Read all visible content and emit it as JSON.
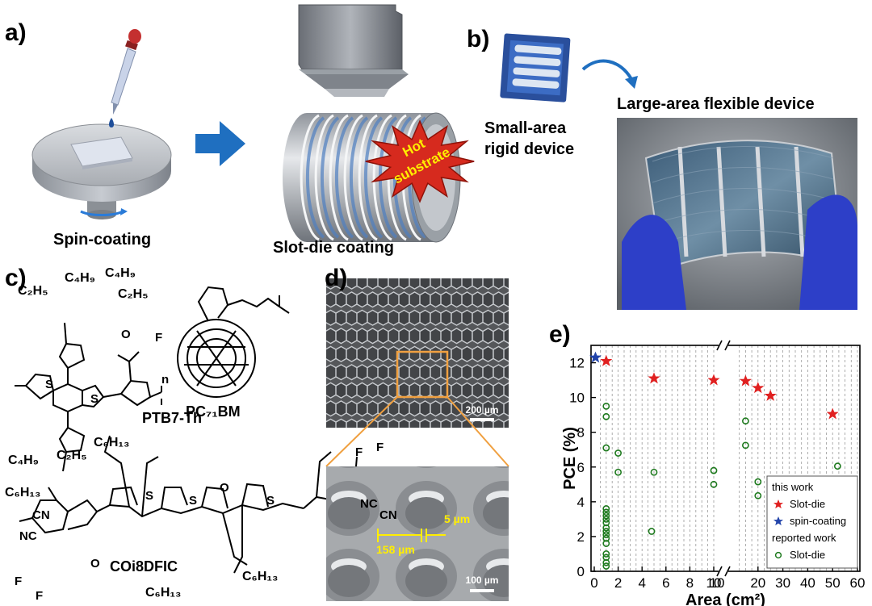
{
  "panels": {
    "a": {
      "letter": "a)",
      "spin_label": "Spin-coating",
      "slot_label": "Slot-die coating",
      "burst_line1": "Hot",
      "burst_line2": "substrate"
    },
    "b": {
      "letter": "b)",
      "small_line1": "Small-area",
      "small_line2": "rigid device",
      "large_label": "Large-area flexible device"
    },
    "c": {
      "letter": "c)",
      "ptb7": "PTB7-Th",
      "pcbm": "PC₇₁BM",
      "coi": "COi8DFIC",
      "sub_c2h5": "C₂H₅",
      "sub_c4h9": "C₄H₉",
      "sub_c6h13": "C₆H₁₃",
      "atom_s": "S",
      "atom_o": "O",
      "atom_f": "F",
      "atom_cn": "CN",
      "atom_nc": "NC",
      "atom_n": "n"
    },
    "d": {
      "letter": "d)",
      "scale_top": "200 µm",
      "scale_bottom": "100 µm",
      "dim_5": "5 µm",
      "dim_158": "158 µm"
    },
    "e": {
      "letter": "e)"
    }
  },
  "colors": {
    "star_red": "#e02020",
    "star_blue": "#2244aa",
    "circle_green": "#1e7a1e",
    "arrow_blue": "#1f6fc0",
    "orange": "#f0a040",
    "yellow": "#ffee00"
  },
  "chart_data": {
    "type": "scatter",
    "xlabel": "Area (cm²)",
    "ylabel": "PCE (%)",
    "ylim": [
      0,
      13
    ],
    "x_broken_axis": true,
    "x_segment_1": {
      "range": [
        0,
        10
      ],
      "ticks": [
        0,
        2,
        4,
        6,
        8,
        10
      ]
    },
    "x_segment_2": {
      "range": [
        10,
        60
      ],
      "ticks": [
        10,
        20,
        30,
        40,
        50,
        60
      ]
    },
    "y_ticks": [
      0,
      2,
      4,
      6,
      8,
      10,
      12
    ],
    "grid": "vertical dashed",
    "legend": {
      "placement": "bottom-right",
      "heading1": "this work",
      "heading2": "reported work",
      "entries": [
        "Slot-die",
        "spin-coating",
        "Slot-die"
      ]
    },
    "series": [
      {
        "name": "Slot-die",
        "group": "this work",
        "marker": "star",
        "color": "#e02020",
        "points": [
          [
            1,
            12.1
          ],
          [
            5,
            11.1
          ],
          [
            10,
            11.0
          ],
          [
            15,
            10.95
          ],
          [
            20,
            10.55
          ],
          [
            25,
            10.1
          ],
          [
            50,
            9.05
          ]
        ]
      },
      {
        "name": "spin-coating",
        "group": "this work",
        "marker": "star",
        "color": "#2244aa",
        "points": [
          [
            0.1,
            12.3
          ]
        ]
      },
      {
        "name": "Slot-die",
        "group": "reported work",
        "marker": "circle",
        "color": "#1e7a1e",
        "points": [
          [
            1,
            9.5
          ],
          [
            1,
            8.9
          ],
          [
            1,
            7.1
          ],
          [
            1,
            3.6
          ],
          [
            1,
            3.4
          ],
          [
            1,
            3.2
          ],
          [
            1,
            3.0
          ],
          [
            1,
            2.8
          ],
          [
            1,
            2.5
          ],
          [
            1,
            2.3
          ],
          [
            1,
            2.1
          ],
          [
            1,
            1.9
          ],
          [
            1,
            1.6
          ],
          [
            1,
            1.0
          ],
          [
            1,
            0.8
          ],
          [
            1,
            0.5
          ],
          [
            1,
            0.3
          ],
          [
            2,
            6.8
          ],
          [
            2,
            5.7
          ],
          [
            4.8,
            2.3
          ],
          [
            5,
            5.7
          ],
          [
            10,
            5.8
          ],
          [
            10,
            5.0
          ],
          [
            15,
            8.65
          ],
          [
            15,
            7.25
          ],
          [
            20,
            5.15
          ],
          [
            20,
            4.35
          ],
          [
            52,
            6.05
          ]
        ]
      }
    ]
  }
}
